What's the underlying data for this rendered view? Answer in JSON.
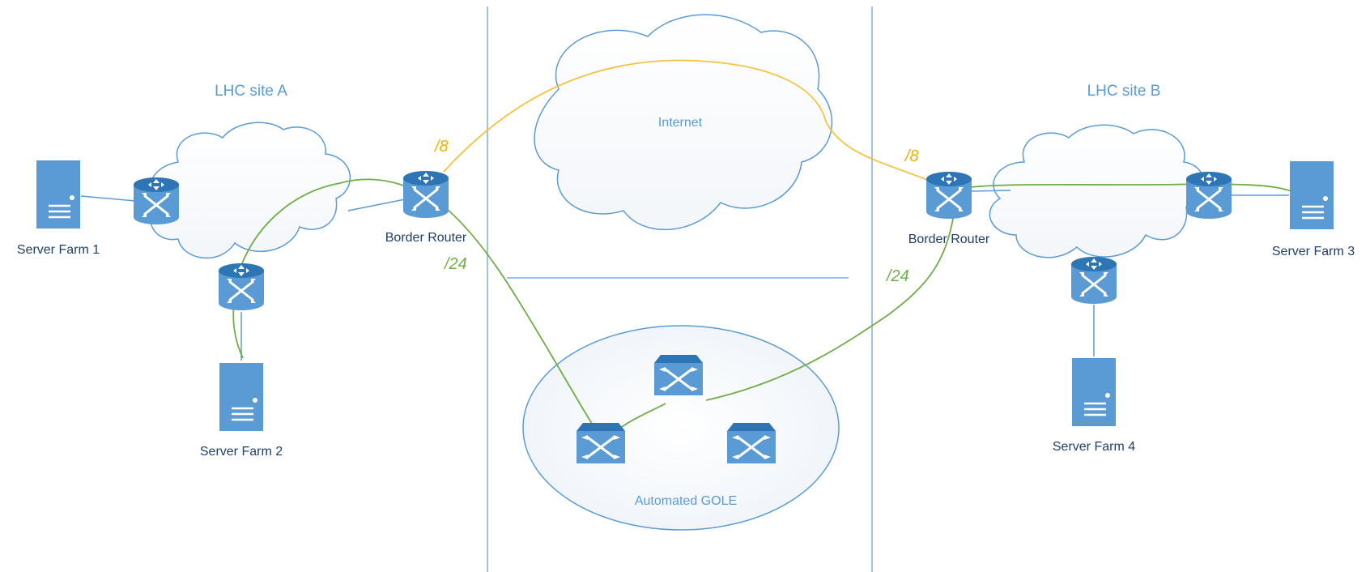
{
  "sites": {
    "a_label": "LHC site A",
    "b_label": "LHC site B"
  },
  "clouds": {
    "internet_label": "Internet"
  },
  "gole": {
    "label": "Automated GOLE"
  },
  "routers": {
    "border_a_label": "Border Router",
    "border_b_label": "Border Router"
  },
  "servers": {
    "farm1": "Server Farm 1",
    "farm2": "Server Farm 2",
    "farm3": "Server Farm 3",
    "farm4": "Server Farm 4"
  },
  "prefixes": {
    "a_internet": "/8",
    "b_internet": "/8",
    "a_gole": "/24",
    "b_gole": "/24"
  },
  "colors": {
    "device_blue": "#5b9bd5",
    "device_dark": "#2e6da4",
    "cloud_outline": "#5b9bd5",
    "internet_path": "#f5c342",
    "gole_path": "#70ad47",
    "divider": "#9dc3e6"
  },
  "icons": {
    "router": "router-icon",
    "switch": "switch-icon",
    "server": "server-icon",
    "cloud": "cloud-icon"
  }
}
